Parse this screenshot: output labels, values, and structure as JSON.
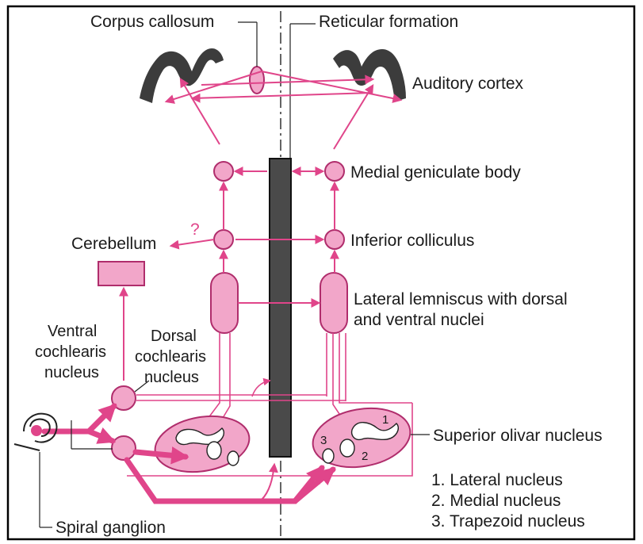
{
  "colors": {
    "pathway": "#e0458a",
    "node_fill": "#f2a6c9",
    "node_stroke": "#b02d6c",
    "midline_bar": "#4a4a4a",
    "cortex": "#3c3c3c",
    "text": "#1a1a1a",
    "frame": "#000000"
  },
  "labels": {
    "corpus_callosum": "Corpus callosum",
    "reticular_formation": "Reticular formation",
    "auditory_cortex": "Auditory  cortex",
    "medial_geniculate": "Medial geniculate body",
    "cerebellum": "Cerebellum",
    "question_mark": "?",
    "inferior_colliculus": "Inferior colliculus",
    "lateral_lemniscus_1": "Lateral lemniscus with dorsal",
    "lateral_lemniscus_2": "and ventral nuclei",
    "ventral_1": "Ventral",
    "ventral_2": "cochlearis",
    "ventral_3": "nucleus",
    "dorsal_1": "Dorsal",
    "dorsal_2": "cochlearis",
    "dorsal_3": "nucleus",
    "superior_olivar": "Superior olivar nucleus",
    "spiral_ganglion": "Spiral ganglion",
    "olive_num_1": "1",
    "olive_num_2": "2",
    "olive_num_3": "3"
  },
  "legend": [
    "1. Lateral nucleus",
    "2. Medial nucleus",
    "3. Trapezoid nucleus"
  ]
}
